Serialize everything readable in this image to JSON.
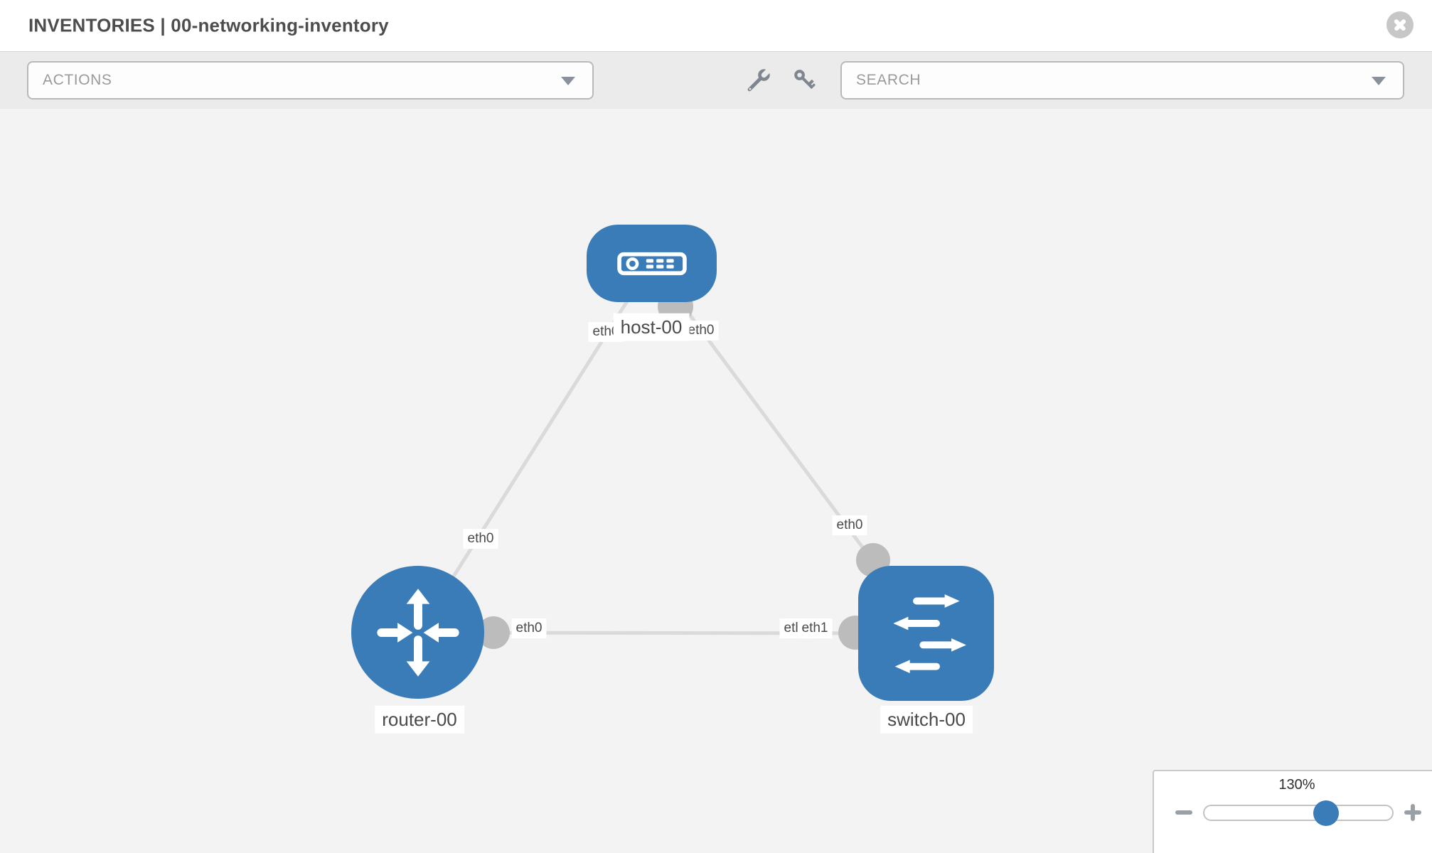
{
  "header": {
    "title": "INVENTORIES | 00-networking-inventory",
    "close_icon": "circle-x-icon"
  },
  "toolbar": {
    "actions_label": "ACTIONS",
    "search_placeholder": "SEARCH",
    "icons": [
      "wrench-icon",
      "key-icon"
    ]
  },
  "topology": {
    "nodes": {
      "host": {
        "label": "host-00",
        "type": "host"
      },
      "router": {
        "label": "router-00",
        "type": "router"
      },
      "switch": {
        "label": "switch-00",
        "type": "switch"
      }
    },
    "links": [
      {
        "from": "host-00",
        "from_if": "eth0",
        "to": "router-00",
        "to_if": "eth0"
      },
      {
        "from": "host-00",
        "from_if": "eth0",
        "to": "switch-00",
        "to_if": "eth0"
      },
      {
        "from": "router-00",
        "from_if": "eth0",
        "to": "switch-00",
        "to_if": "eth1"
      }
    ],
    "interface_chips": {
      "host_router_at_host": "eth0",
      "host_switch_at_host": "eth0",
      "host_router_at_router": "eth0",
      "router_switch_at_router": "eth0",
      "host_switch_at_switch": "eth0",
      "router_switch_at_switch_back": "eth0",
      "router_switch_at_switch": "eth1"
    }
  },
  "zoom_control": {
    "level": "130%"
  },
  "colors": {
    "node_blue": "#3a7cb8",
    "connector_gray": "#bcbcbc",
    "link_gray": "#dadada",
    "canvas_bg": "#f3f3f3",
    "toolbar_bg": "#ebebeb",
    "icon_slate": "#80868f"
  }
}
